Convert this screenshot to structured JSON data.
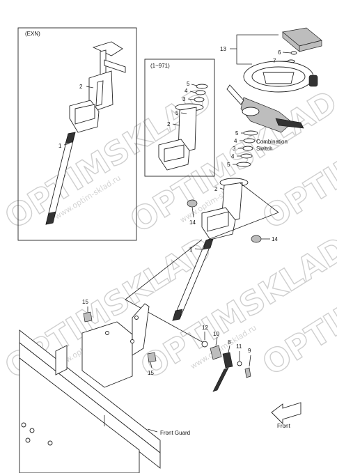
{
  "watermark": {
    "brand": "OPTIMSKLAD",
    "url": "www.optim-sklad.ru"
  },
  "boxes": {
    "exn_label": "(EXN)",
    "serial_label": "(1~971)"
  },
  "labels": {
    "combination_switch_line1": "Combination",
    "combination_switch_line2": "Switch",
    "front_guard": "Front Guard",
    "front": "Front"
  },
  "callouts": {
    "exn_2": "2",
    "exn_1": "1",
    "s_5a": "5",
    "s_4": "4",
    "s_3": "3",
    "s_2": "2",
    "s_5b": "5",
    "m_13": "13",
    "m_6": "6",
    "m_7": "7",
    "m_5a": "5",
    "m_4a": "4",
    "m_3": "3",
    "m_4b": "4",
    "m_5b": "5",
    "m_2": "2",
    "m_14a": "14",
    "m_14b": "14",
    "m_1": "1",
    "m_15a": "15",
    "m_15b": "15",
    "m_12": "12",
    "m_10": "10",
    "m_8": "8",
    "m_11": "11",
    "m_9": "9"
  }
}
